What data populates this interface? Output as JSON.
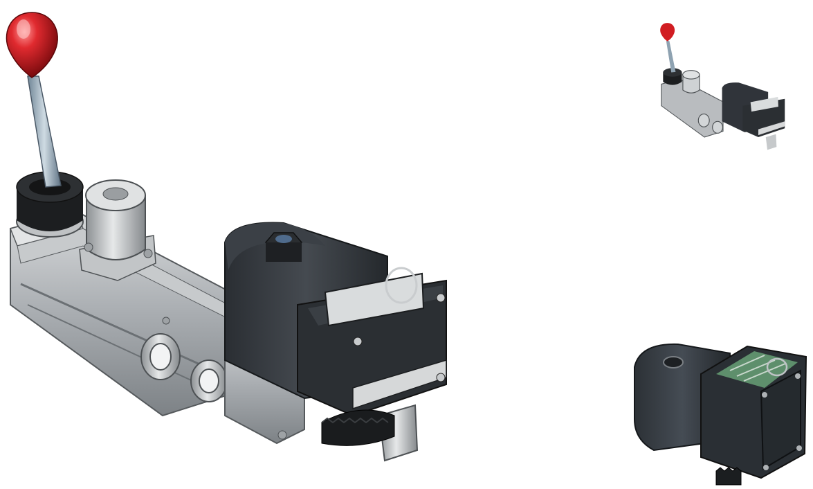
{
  "scene": {
    "background": "#ffffff",
    "images": [
      {
        "name": "hydraulic-valve-assembly",
        "view": "main"
      },
      {
        "name": "hydraulic-valve-assembly",
        "view": "thumbnail"
      },
      {
        "name": "solenoid-coil",
        "view": "thumbnail"
      }
    ]
  },
  "colors": {
    "knob": "#c4141a",
    "coil": "#2f3338",
    "metal": "#b9bcbf",
    "steel_dark": "#6f7478",
    "window": "#d9dcdd"
  }
}
